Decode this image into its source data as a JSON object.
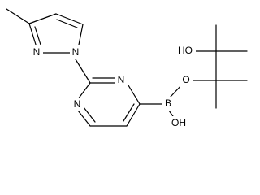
{
  "structure": {
    "atom_labels": {
      "pyrazole_n2": "N",
      "pyrazole_n1": "N",
      "pyrimidine_n3": "N",
      "pyrimidine_n1": "N",
      "boron": "B",
      "bridge_oxygen": "O",
      "boron_hydroxyl": "OH",
      "pinacol_hydroxyl": "HO"
    }
  }
}
